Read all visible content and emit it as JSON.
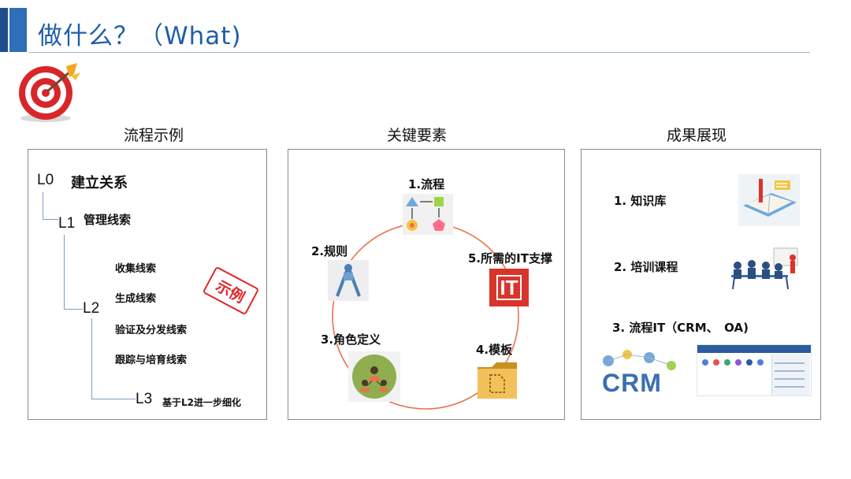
{
  "header": {
    "title": "做什么？（What)"
  },
  "sections": {
    "process_heading": "流程示例",
    "elements_heading": "关键要素",
    "results_heading": "成果展现"
  },
  "tree": {
    "l0_code": "L0",
    "l0_text": "建立关系",
    "l1_code": "L1",
    "l1_text": "管理线索",
    "l2_code": "L2",
    "l2_items": [
      "收集线索",
      "生成线索",
      "验证及分发线索",
      "跟踪与培育线索"
    ],
    "l3_code": "L3",
    "l3_text": "基于L2进一步细化",
    "stamp": "示例"
  },
  "elements": {
    "flow": "1.流程",
    "rules": "2.规则",
    "roles": "3.角色定义",
    "template": "4.模板",
    "it": "5.所需的IT支撑",
    "it_badge": "IT"
  },
  "results": {
    "knowledge": "1. 知识库",
    "training": "2. 培训课程",
    "it_systems": "3. 流程IT（CRM、　OA)",
    "crm_logo": "CRM"
  },
  "colors": {
    "title_blue": "#1f5fa8",
    "accent_dark": "#1f4e8c",
    "accent_light": "#2f6fb8",
    "circle_orange": "#e8734a",
    "it_red": "#d9342b",
    "stamp_red": "#e0262a"
  }
}
